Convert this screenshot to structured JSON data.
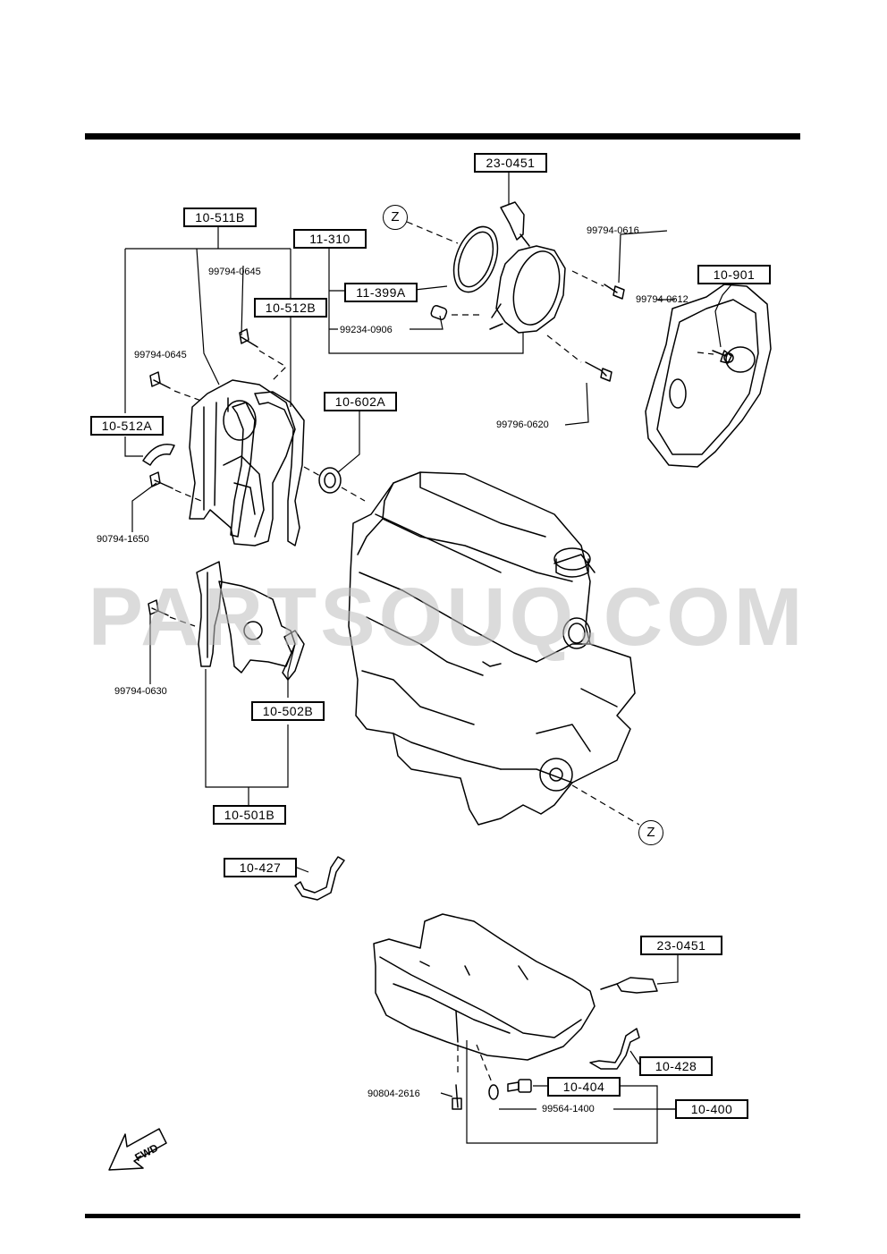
{
  "watermark": "PARTSOUQ.COM",
  "fwd_label": "FWD",
  "ref_marker": "Z",
  "part_refs": {
    "sensor_top": "23-0451",
    "cover_upper": "10-511B",
    "cover_upper_gasket": "10-512B",
    "gasket_side": "10-512A",
    "rear_seal_group": "11-310",
    "rear_seal": "11-399A",
    "front_seal": "10-602A",
    "end_plate": "10-901",
    "cover_lower_gasket": "10-502B",
    "cover_lower": "10-501B",
    "bracket_427": "10-427",
    "sensor_pan": "23-0451",
    "bracket_428": "10-428",
    "drain_plug": "10-404",
    "oil_pan": "10-400"
  },
  "part_numbers": {
    "bolt_0616": "99794-0616",
    "bolt_0645_a": "99794-0645",
    "bolt_0645_b": "99794-0645",
    "bolt_0612": "99794-0612",
    "dowel_0906": "99234-0906",
    "bolt_0620": "99796-0620",
    "bolt_1650": "90794-1650",
    "bolt_0630": "99794-0630",
    "bolt_2616": "90804-2616",
    "washer_1400": "99564-1400"
  }
}
